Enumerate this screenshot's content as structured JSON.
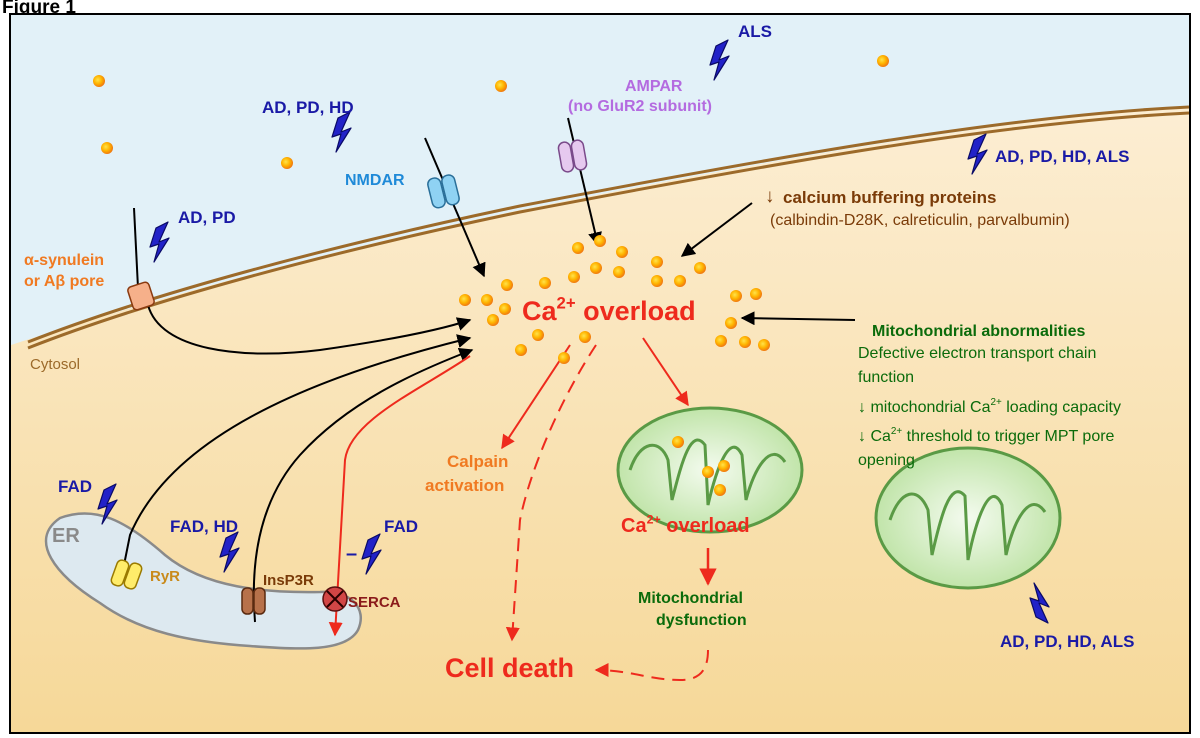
{
  "figure_title": "Figure 1",
  "colors": {
    "disease_blue": "#1a1aa6",
    "red": "#ee2a1d",
    "orange": "#f07a22",
    "green": "#0b6b0b",
    "brown": "#7a3b08",
    "membrane": "#9c6a2a"
  },
  "labels": {
    "als_top": "ALS",
    "ampar_line1": "AMPAR",
    "ampar_line2": "(no GluR2 subunit)",
    "ad_pd_hd": "AD, PD, HD",
    "nmdar": "NMDAR",
    "ad_pd_hd_als_top": "AD, PD, HD, ALS",
    "buffer_arrow": "↓",
    "buffer_title": "calcium buffering proteins",
    "buffer_list": "(calbindin-D28K, calreticulin, parvalbumin)",
    "ad_pd": "AD, PD",
    "pore_line1": "α-synulein",
    "pore_line2": "or Aβ pore",
    "ca_main_prefix": "Ca",
    "ca_main_sup": "2+",
    "ca_main_suffix": " overload",
    "mito_title": "Mitochondrial abnormalities",
    "mito_l1": "Defective electron transport chain",
    "mito_l2": "function",
    "mito_l3_pre": "↓ mitochondrial Ca",
    "mito_l3_sup": "2+",
    "mito_l3_post": " loading capacity",
    "mito_l4_pre": "↓ Ca",
    "mito_l4_sup": "2+",
    "mito_l4_post": " threshold to trigger MPT pore",
    "mito_l5": "opening",
    "cytosol": "Cytosol",
    "calpain_l1": "Calpain",
    "calpain_l2": "activation",
    "ca_mito_prefix": "Ca",
    "ca_mito_sup": "2+",
    "ca_mito_suffix": " overload",
    "mdys_l1": "Mitochondrial",
    "mdys_l2": "dysfunction",
    "cell_death": "Cell death",
    "fad_ryr": "FAD",
    "fad_hd": "FAD, HD",
    "fad_serca": "FAD",
    "minus": "–",
    "er": "ER",
    "ryr": "RyR",
    "insp3r": "InsP3R",
    "serca": "SERCA",
    "ad_pd_hd_als_bottom": "AD, PD, HD, ALS"
  }
}
